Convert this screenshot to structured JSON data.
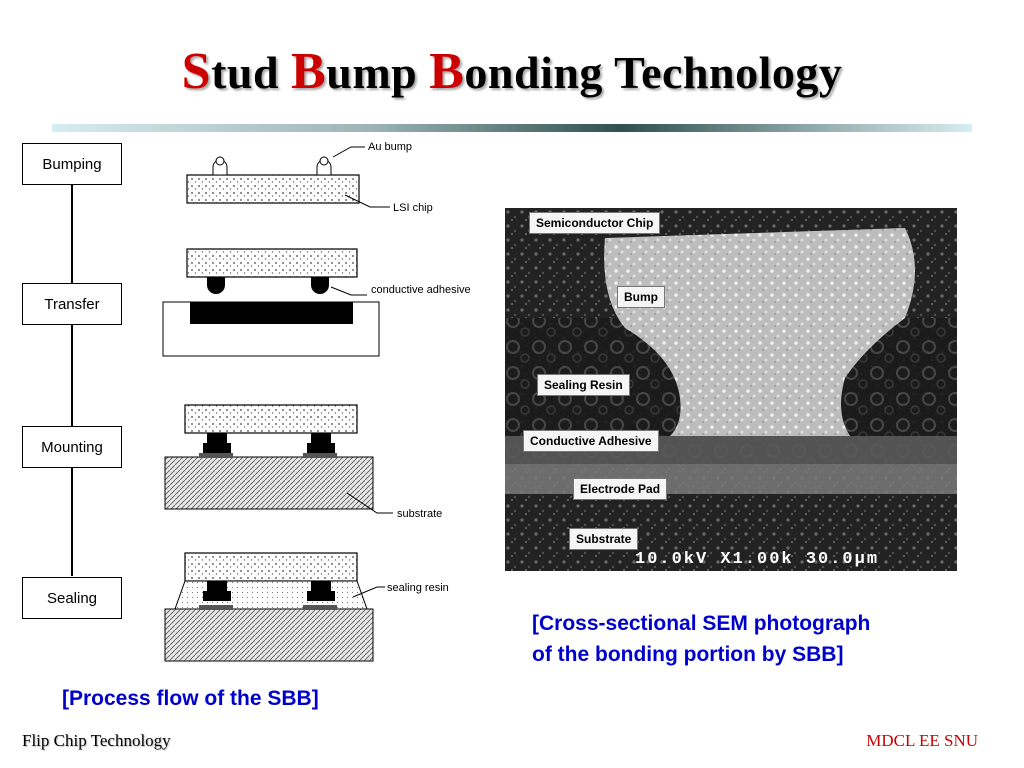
{
  "title": {
    "part1_initial": "S",
    "part1_rest": "tud ",
    "part2_initial": "B",
    "part2_rest": "ump ",
    "part3_initial": "B",
    "part3_rest": "onding Technology"
  },
  "flow": {
    "steps": [
      "Bumping",
      "Transfer",
      "Mounting",
      "Sealing"
    ]
  },
  "diagram": {
    "labels": {
      "au_bump": "Au bump",
      "lsi_chip": "LSI chip",
      "conductive_adhesive": "conductive adhesive",
      "substrate": "substrate",
      "sealing_resin": "sealing resin"
    }
  },
  "sem": {
    "labels": {
      "chip": "Semiconductor Chip",
      "bump": "Bump",
      "resin": "Sealing Resin",
      "adhesive": "Conductive Adhesive",
      "pad": "Electrode Pad",
      "substrate": "Substrate"
    },
    "scale_text": "10.0kV X1.00k 30.0μm"
  },
  "captions": {
    "process": "[Process flow of the SBB]",
    "sem_line1": "[Cross-sectional SEM photograph",
    "sem_line2": "of the bonding portion by SBB]"
  },
  "footer": {
    "left": "Flip Chip Technology",
    "right": "MDCL EE SNU"
  },
  "colors": {
    "accent_red": "#cc0000",
    "caption_blue": "#0000cc"
  }
}
